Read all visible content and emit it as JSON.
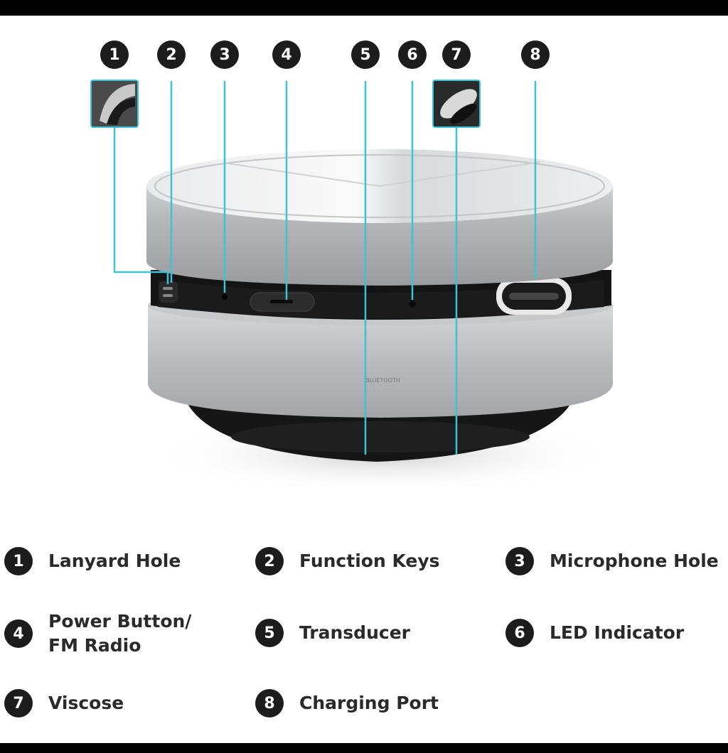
{
  "callouts": [
    {
      "n": "1"
    },
    {
      "n": "2"
    },
    {
      "n": "3"
    },
    {
      "n": "4"
    },
    {
      "n": "5"
    },
    {
      "n": "6"
    },
    {
      "n": "7"
    },
    {
      "n": "8"
    }
  ],
  "product_marking": "BLUETOOTH",
  "legend": [
    {
      "n": "1",
      "label": "Lanyard Hole"
    },
    {
      "n": "2",
      "label": "Function Keys"
    },
    {
      "n": "3",
      "label": "Microphone Hole"
    },
    {
      "n": "4",
      "label": "Power Button/\nFM Radio"
    },
    {
      "n": "5",
      "label": "Transducer"
    },
    {
      "n": "6",
      "label": "LED Indicator"
    },
    {
      "n": "7",
      "label": "Viscose"
    },
    {
      "n": "8",
      "label": "Charging Port"
    }
  ],
  "colors": {
    "accent_line": "#3cc4d6",
    "badge": "#1c1c1c",
    "text": "#2a2a2a"
  }
}
